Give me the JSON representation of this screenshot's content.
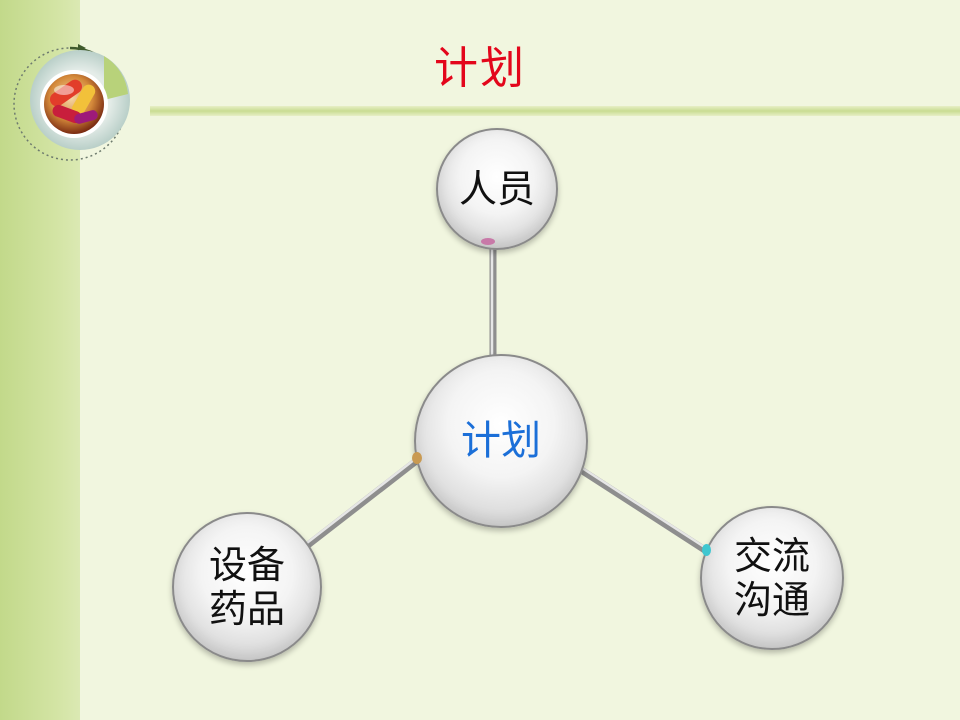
{
  "slide": {
    "title": "计划"
  },
  "diagram": {
    "center": {
      "label": "计划",
      "color": "#1b6fd8"
    },
    "nodes": [
      {
        "id": "personnel",
        "label": "人员"
      },
      {
        "id": "equipment",
        "label": "设备\n药品"
      },
      {
        "id": "communication",
        "label": "交流\n沟通"
      }
    ],
    "title_color": "#e3061b",
    "node_text_color": "#111111"
  },
  "logo": {
    "icon": "pills-logo-icon"
  }
}
